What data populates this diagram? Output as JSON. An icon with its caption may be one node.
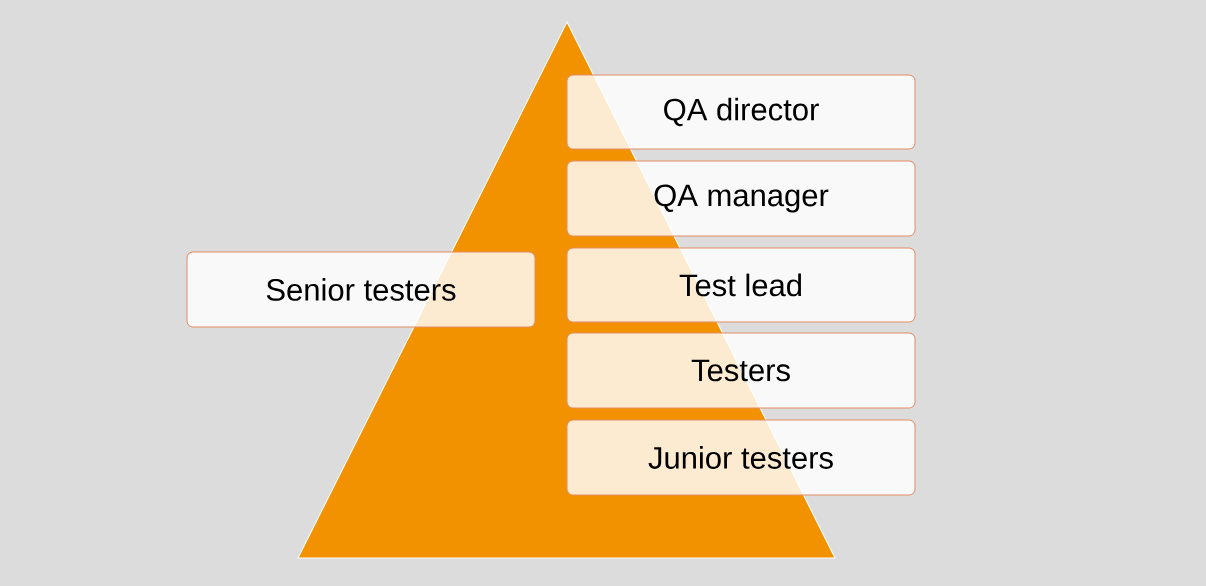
{
  "diagram": {
    "nodes": [
      {
        "text": [
          "QA director"
        ]
      },
      {
        "text": [
          "QA manager"
        ]
      },
      {
        "text": [
          "Senior testers"
        ]
      },
      {
        "text": [
          "Test lead"
        ]
      },
      {
        "text": [
          "Testers"
        ]
      },
      {
        "text": [
          "Junior testers"
        ]
      }
    ]
  }
}
